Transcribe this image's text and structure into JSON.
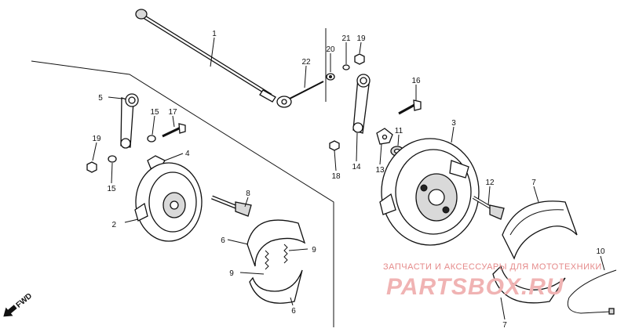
{
  "callouts": {
    "c1": "1",
    "c2": "2",
    "c3": "3",
    "c4": "4",
    "c5": "5",
    "c6a": "6",
    "c6b": "6",
    "c7a": "7",
    "c7b": "7",
    "c8": "8",
    "c9a": "9",
    "c9b": "9",
    "c10": "10",
    "c11": "11",
    "c12": "12",
    "c13": "13",
    "c14": "14",
    "c15a": "15",
    "c15b": "15",
    "c16": "16",
    "c17": "17",
    "c18": "18",
    "c19a": "19",
    "c19b": "19",
    "c20": "20",
    "c21": "21",
    "c22": "22"
  },
  "direction_label": "FWD",
  "watermark": {
    "line1": "ЗАПЧАСТИ И АКСЕССУАРЫ ДЛЯ МОТОТЕХНИКИ",
    "line2": "PARTSBOX.RU"
  }
}
